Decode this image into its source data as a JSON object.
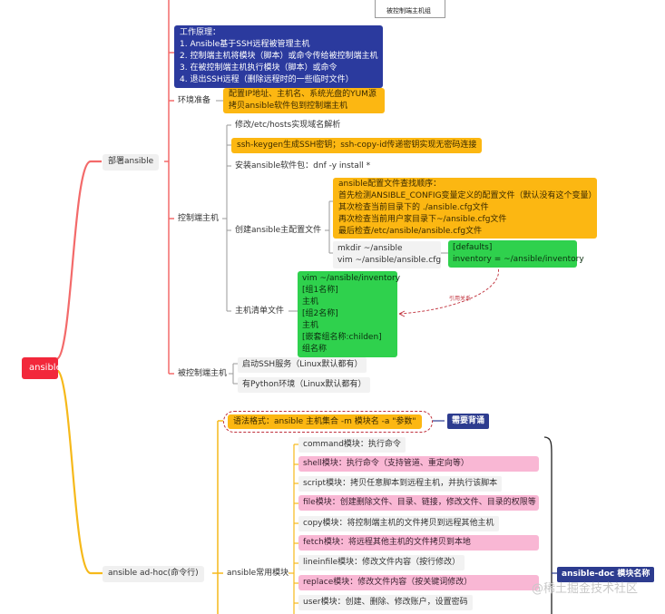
{
  "root": {
    "label": "ansible 一"
  },
  "deploy": {
    "label": "部署ansible",
    "principle": {
      "lines": [
        "工作原理：",
        "1. Ansible基于SSH远程被管理主机",
        "2. 控制端主机将模块（脚本）或命令传给被控制端主机",
        "3. 在被控制端主机执行模块（脚本）或命令",
        "4. 退出SSH远程（删除远程时的一些临时文件）"
      ]
    },
    "env": {
      "label": "环境准备",
      "lines": [
        "配置IP地址、主机名、系统光盘的YUM源",
        "拷贝ansible软件包到控制端主机"
      ]
    },
    "image_caption": "被控制端主机组",
    "control": {
      "label": "控制端主机",
      "hosts_item": "修改/etc/hosts实现域名解析",
      "ssh_item": "ssh-keygen生成SSH密钥；ssh-copy-id传递密钥实现无密码连接",
      "install_item": "安装ansible软件包：dnf -y install *",
      "config": {
        "label": "创建ansible主配置文件",
        "order_lines": [
          "ansible配置文件查找顺序：",
          "首先检测ANSIBLE_CONFIG变量定义的配置文件（默认没有这个变量）",
          "其次检查当前目录下的 ./ansible.cfg文件",
          "再次检查当前用户家目录下~/ansible.cfg文件",
          "最后检查/etc/ansible/ansible.cfg文件"
        ],
        "cmd_lines": [
          "mkdir  ~/ansible",
          "vim  ~/ansible/ansible.cfg"
        ],
        "cfg_lines": [
          "[defaults]",
          "inventory = ~/ansible/inventory"
        ]
      },
      "inventory": {
        "label": "主机清单文件",
        "lines": [
          "vim  ~/ansible/inventory",
          "[组1名称]",
          "主机",
          "[组2名称]",
          "主机",
          "[嵌套组名称:childen]",
          "组名称"
        ]
      },
      "ref_label": "引用关系"
    },
    "managed": {
      "label": "被控制端主机",
      "items": [
        "启动SSH服务（Linux默认都有）",
        "有Python环境（Linux默认都有）"
      ]
    }
  },
  "adhoc": {
    "label": "ansible ad-hoc(命令行)",
    "syntax": "语法格式：ansible 主机集合 -m 模块名 -a \"参数\"",
    "memo": "需要背诵",
    "modules_label": "ansible常用模块",
    "doc_label": "ansible-doc  模块名称",
    "modules": [
      {
        "text": "command模块：执行命令",
        "style": "lightgray"
      },
      {
        "text": "shell模块：执行命令（支持管道、重定向等）",
        "style": "pink"
      },
      {
        "text": "script模块：拷贝任意脚本到远程主机，并执行该脚本",
        "style": "lightgray"
      },
      {
        "text": "file模块：创建删除文件、目录、链接，修改文件、目录的权限等",
        "style": "pink"
      },
      {
        "text": "copy模块：将控制端主机的文件拷贝到远程其他主机",
        "style": "lightgray"
      },
      {
        "text": "fetch模块：将远程其他主机的文件拷贝到本地",
        "style": "pink"
      },
      {
        "text": "lineinfile模块：修改文件内容（按行修改）",
        "style": "lightgray"
      },
      {
        "text": "replace模块：修改文件内容（按关键词修改）",
        "style": "pink"
      },
      {
        "text": "user模块：创建、删除、修改账户，设置密码",
        "style": "lightgray"
      }
    ]
  },
  "watermark": "@稀土掘金技术社区",
  "colors": {
    "root": "#f2283b",
    "branch_upper": "#f36a6a",
    "branch_lower": "#f6b91a",
    "principle": "#2b3a9e",
    "yellow": "#fcb712",
    "green": "#2fd14d",
    "pink": "#f9b7d4",
    "connector": "#9a9a9a"
  }
}
